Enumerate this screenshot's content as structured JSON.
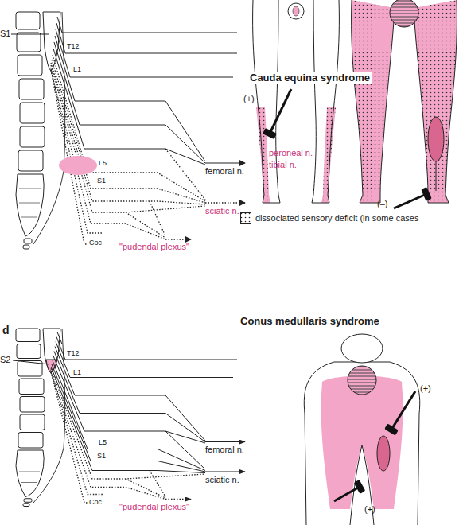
{
  "diagram": {
    "labels": [
      "S1",
      "T12",
      "L1",
      "L5",
      "S1",
      "Coc",
      "femoral n.",
      "sciatic n.",
      "\"pudendal plexus\"",
      "Cauda equina syndrome",
      "(+)",
      "peroneal n.",
      "tibial n.",
      "(–)",
      "d",
      "S2",
      "T12",
      "L1",
      "L5",
      "S1",
      "Coc",
      "femoral n.",
      "sciatic n.",
      "\"pudendal plexus\"",
      "Conus medullaris syndrome",
      "(+)",
      "(+)"
    ],
    "legend": [
      {
        "text": "dissociated sensory deficit (in some cases"
      }
    ]
  }
}
